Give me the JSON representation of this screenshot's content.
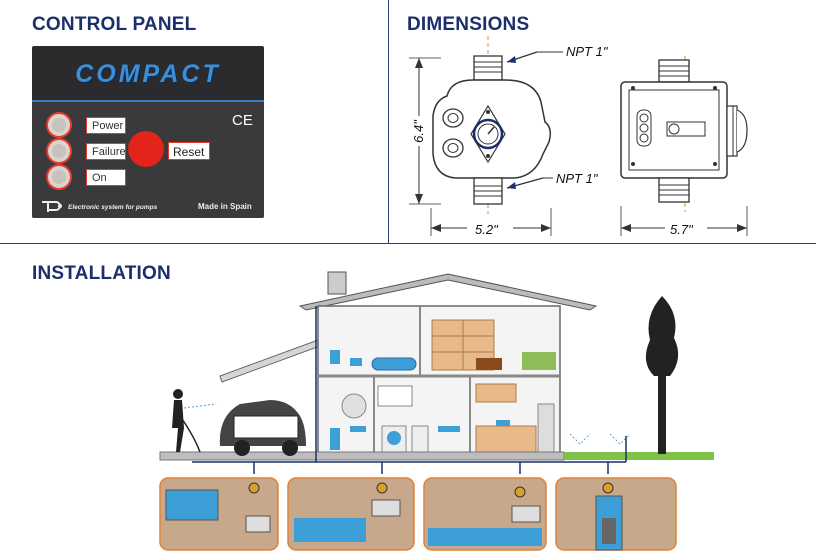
{
  "sections": {
    "control_panel": "CONTROL PANEL",
    "dimensions": "DIMENSIONS",
    "installation": "INSTALLATION"
  },
  "panel": {
    "brand": "COMPACT",
    "ce_mark": "CE",
    "indicators": [
      "Power",
      "Failure",
      "On"
    ],
    "reset_label": "Reset",
    "footer_left": "Electronic system for pumps",
    "footer_right": "Made in Spain"
  },
  "dimensions": {
    "npt_top": "NPT 1\"",
    "npt_bottom": "NPT 1\"",
    "height": "6.4\"",
    "width_front": "5.2\"",
    "width_side": "5.7\""
  },
  "colors": {
    "heading": "#1a2f6b",
    "panel_bg": "#2b2b2d",
    "brand_blue": "#3a8fd8",
    "reset_red": "#e2241b",
    "ground": "#c8a88a",
    "water": "#3c9fd8"
  }
}
